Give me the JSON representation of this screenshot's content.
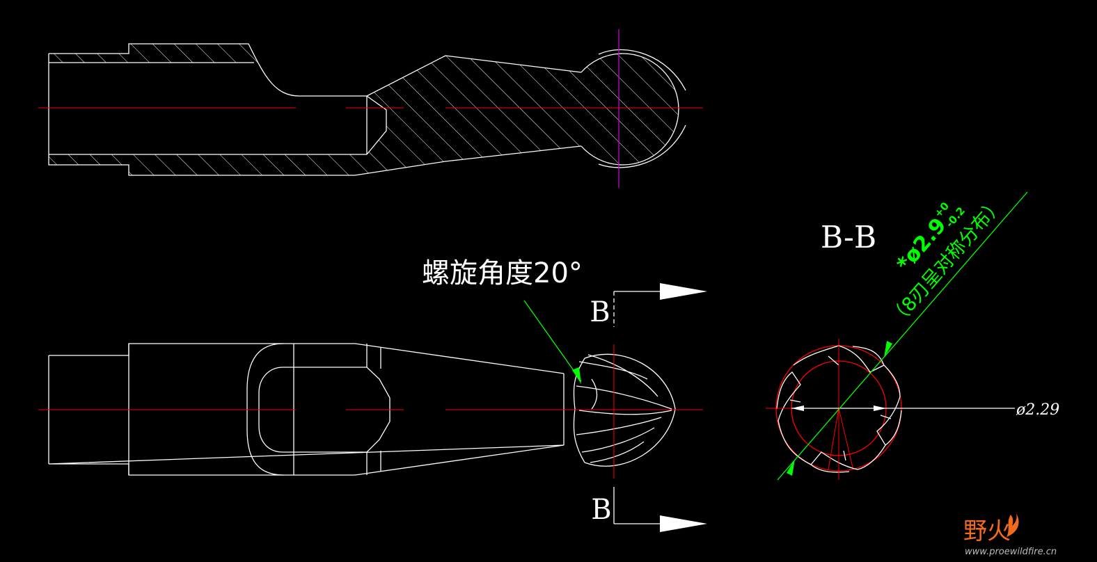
{
  "section_label": "B-B",
  "section_marker_top": "B",
  "section_marker_bottom": "B",
  "helix_angle_note": "螺旋角度20°",
  "diameter_main": "*ø2.9",
  "diameter_tol_upper": "+0",
  "diameter_tol_lower": "-0.2",
  "flute_note": "（8刃呈对称分布）",
  "diameter_small": "ø2.29",
  "watermark_logo": "野火",
  "watermark_url": "www.proewildfire.cn",
  "colors": {
    "background": "#000000",
    "outline": "#ffffff",
    "centerline": "#ff0000",
    "dimension": "#00ff00",
    "axis": "#cc00cc",
    "watermark": "#f26a1b"
  }
}
